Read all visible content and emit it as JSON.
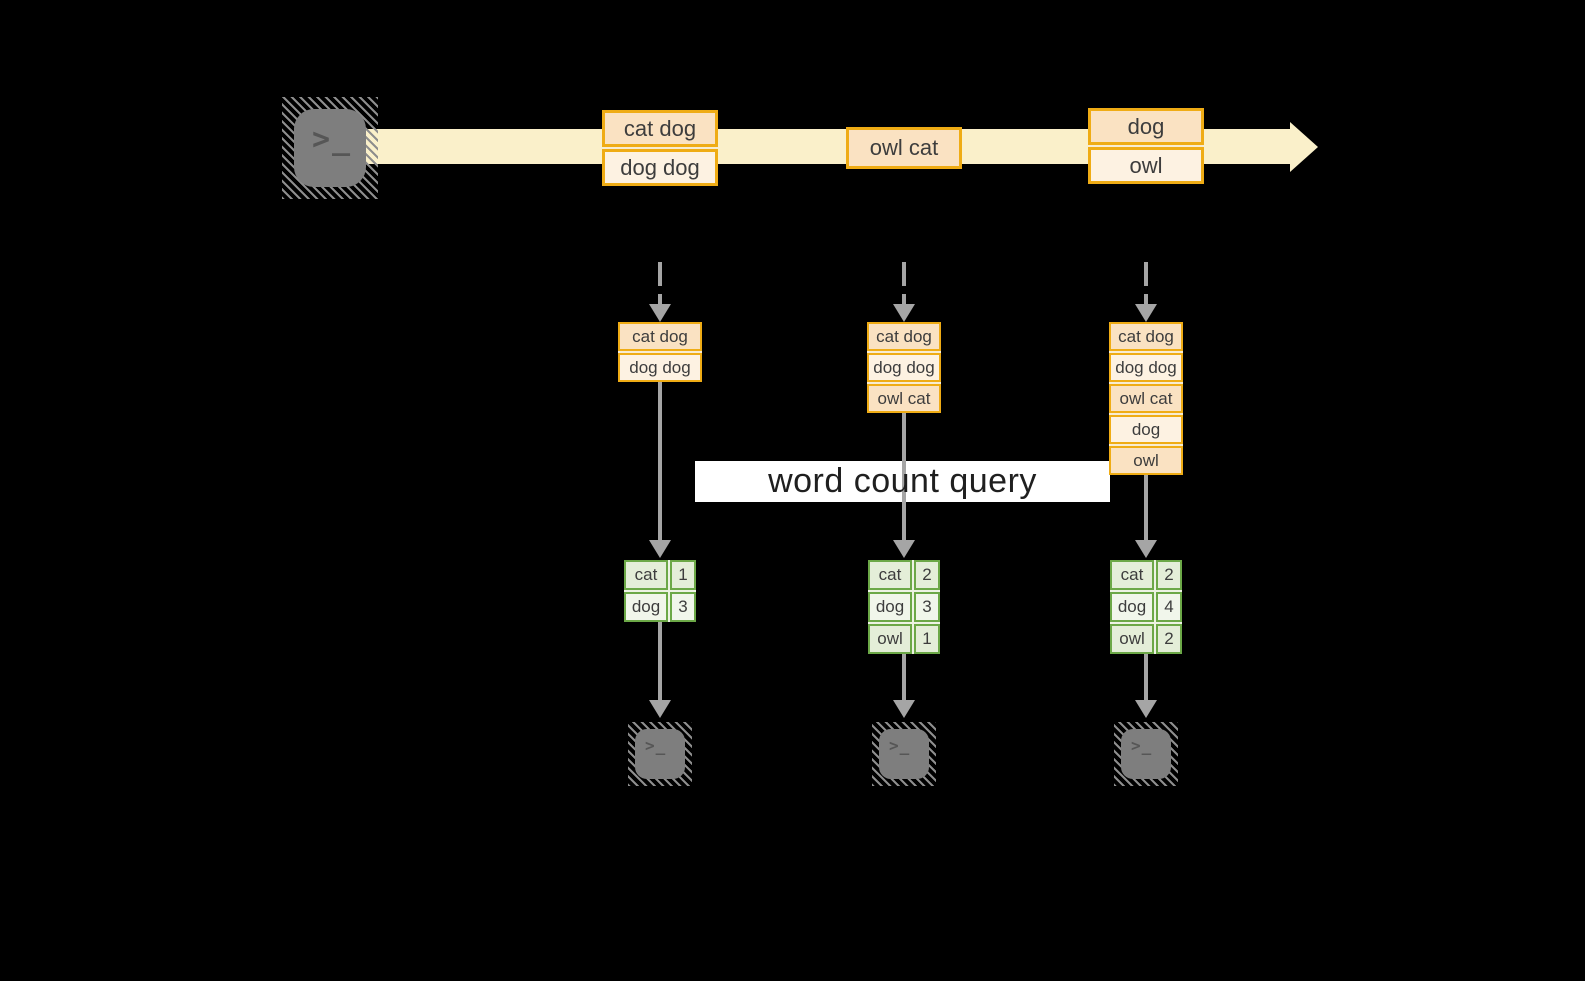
{
  "query": {
    "label": "word count query"
  },
  "terminal": {
    "prompt": ">_"
  },
  "stream": {
    "messages": [
      [
        "cat dog",
        "dog dog"
      ],
      [
        "owl cat"
      ],
      [
        "dog",
        "owl"
      ]
    ]
  },
  "columns": [
    {
      "state": [
        "cat dog",
        "dog dog"
      ],
      "counts": [
        [
          "cat",
          "1"
        ],
        [
          "dog",
          "3"
        ]
      ]
    },
    {
      "state": [
        "cat dog",
        "dog dog",
        "owl cat"
      ],
      "counts": [
        [
          "cat",
          "2"
        ],
        [
          "dog",
          "3"
        ],
        [
          "owl",
          "1"
        ]
      ]
    },
    {
      "state": [
        "cat dog",
        "dog dog",
        "owl cat",
        "dog",
        "owl"
      ],
      "counts": [
        [
          "cat",
          "2"
        ],
        [
          "dog",
          "4"
        ],
        [
          "owl",
          "2"
        ]
      ]
    }
  ],
  "colors": {
    "background": "#000000",
    "stream_band": "#FAF0CA",
    "box_border": "#EFAC15",
    "box_fill_dark": "#FAE2C2",
    "box_fill_light": "#FDF2E2",
    "table_border": "#6CA847",
    "table_fill_dark": "#E4EED8",
    "table_fill_light": "#F1F6EB",
    "arrow_gray": "#A5A5A5",
    "terminal_gray": "#7E7E7E",
    "text": "#3D3D3D"
  }
}
